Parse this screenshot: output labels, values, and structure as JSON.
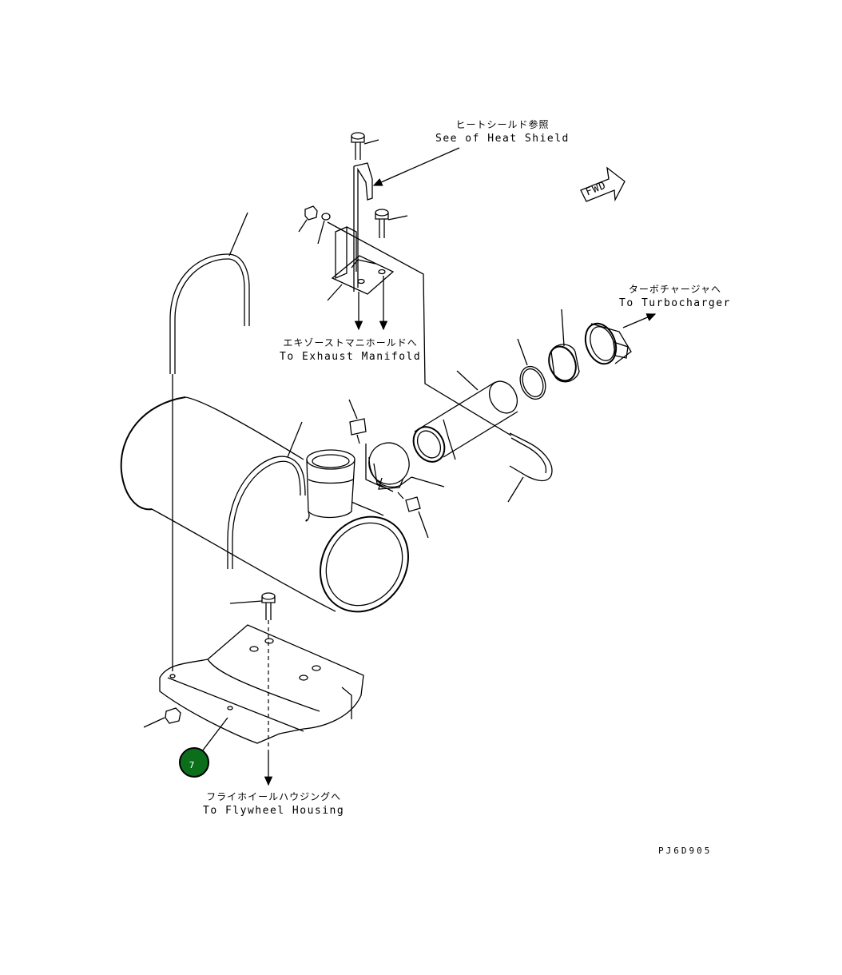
{
  "labels": {
    "heat_shield": {
      "ja": "ヒートシールド参照",
      "en": "See of Heat Shield"
    },
    "turbocharger": {
      "ja": "ターボチャージャへ",
      "en": "To Turbocharger"
    },
    "exhaust_manifold": {
      "ja": "エキゾーストマニホールドへ",
      "en": "To Exhaust Manifold"
    },
    "flywheel_housing": {
      "ja": "フライホイールハウジングへ",
      "en": "To Flywheel Housing"
    }
  },
  "fwd_marker": "FWD",
  "callout": {
    "number": "7",
    "color": "#0b6e1a"
  },
  "drawing_code": "PJ6D905"
}
